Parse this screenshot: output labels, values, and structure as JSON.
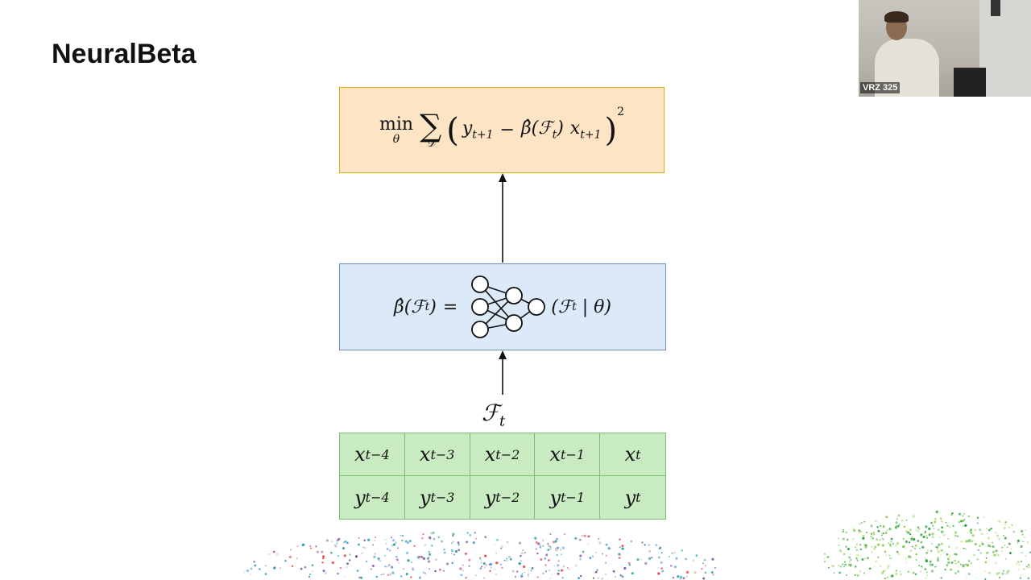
{
  "slide": {
    "title": "NeuralBeta"
  },
  "loss_box": {
    "min": "min",
    "min_sub": "θ",
    "sum": "∑",
    "sum_sub": "𝒟",
    "open_paren": "(",
    "term_y": "y",
    "term_y_sub": "t+1",
    "minus": "−",
    "beta_hat": "β̂",
    "arg": "(ℱ",
    "arg_sub": "t",
    "arg_close": ")",
    "term_x": "x",
    "term_x_sub": "t+1",
    "close_paren": ")",
    "power": "2",
    "fill": "#fde4c4",
    "border": "#d4b012"
  },
  "network_box": {
    "lhs_beta": "β̂",
    "lhs_arg": "(ℱ",
    "lhs_arg_sub": "t",
    "lhs_close": ")",
    "equals": "=",
    "rhs": "(ℱ",
    "rhs_sub": "t",
    "rhs_rest": " | θ)",
    "fill": "#dbe9f8",
    "border": "#6f8fb4",
    "icon": "neural-network-icon"
  },
  "features_label": {
    "base": "ℱ",
    "sub": "t"
  },
  "features_table": {
    "fill": "#c9ebc2",
    "border": "#7dbd74",
    "rows": [
      [
        {
          "base": "x",
          "sub": "t−4"
        },
        {
          "base": "x",
          "sub": "t−3"
        },
        {
          "base": "x",
          "sub": "t−2"
        },
        {
          "base": "x",
          "sub": "t−1"
        },
        {
          "base": "x",
          "sub": "t"
        }
      ],
      [
        {
          "base": "y",
          "sub": "t−4"
        },
        {
          "base": "y",
          "sub": "t−3"
        },
        {
          "base": "y",
          "sub": "t−2"
        },
        {
          "base": "y",
          "sub": "t−1"
        },
        {
          "base": "y",
          "sub": "t"
        }
      ]
    ]
  },
  "webcam": {
    "badge": "VRZ 325"
  }
}
